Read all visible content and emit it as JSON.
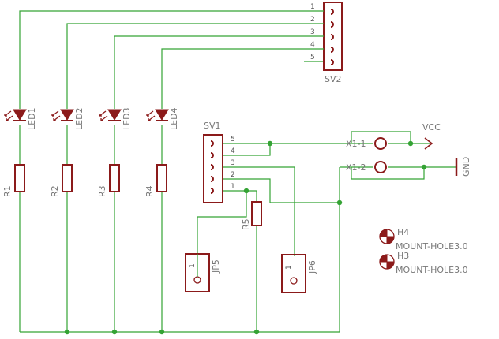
{
  "colors": {
    "wire": "#34a334",
    "part": "#8b1a1a",
    "label": "#777777"
  },
  "parts": {
    "resistors": [
      "R1",
      "R2",
      "R3",
      "R4",
      "R5"
    ],
    "leds": [
      "LED1",
      "LED2",
      "LED3",
      "LED4"
    ],
    "connectors": {
      "sv2": {
        "name": "SV2",
        "pins": [
          "1",
          "2",
          "3",
          "4",
          "5"
        ]
      },
      "sv1": {
        "name": "SV1",
        "pins": [
          "5",
          "4",
          "3",
          "2",
          "1"
        ]
      }
    },
    "jumpers": {
      "jp5": {
        "name": "JP5",
        "pin": "1"
      },
      "jp6": {
        "name": "JP6",
        "pin": "1"
      }
    },
    "terminals": [
      "X1-1",
      "X1-2"
    ],
    "power": {
      "vcc": "VCC",
      "gnd": "GND"
    },
    "holes": [
      {
        "name": "H4",
        "value": "MOUNT-HOLE3.0"
      },
      {
        "name": "H3",
        "value": "MOUNT-HOLE3.0"
      }
    ]
  }
}
